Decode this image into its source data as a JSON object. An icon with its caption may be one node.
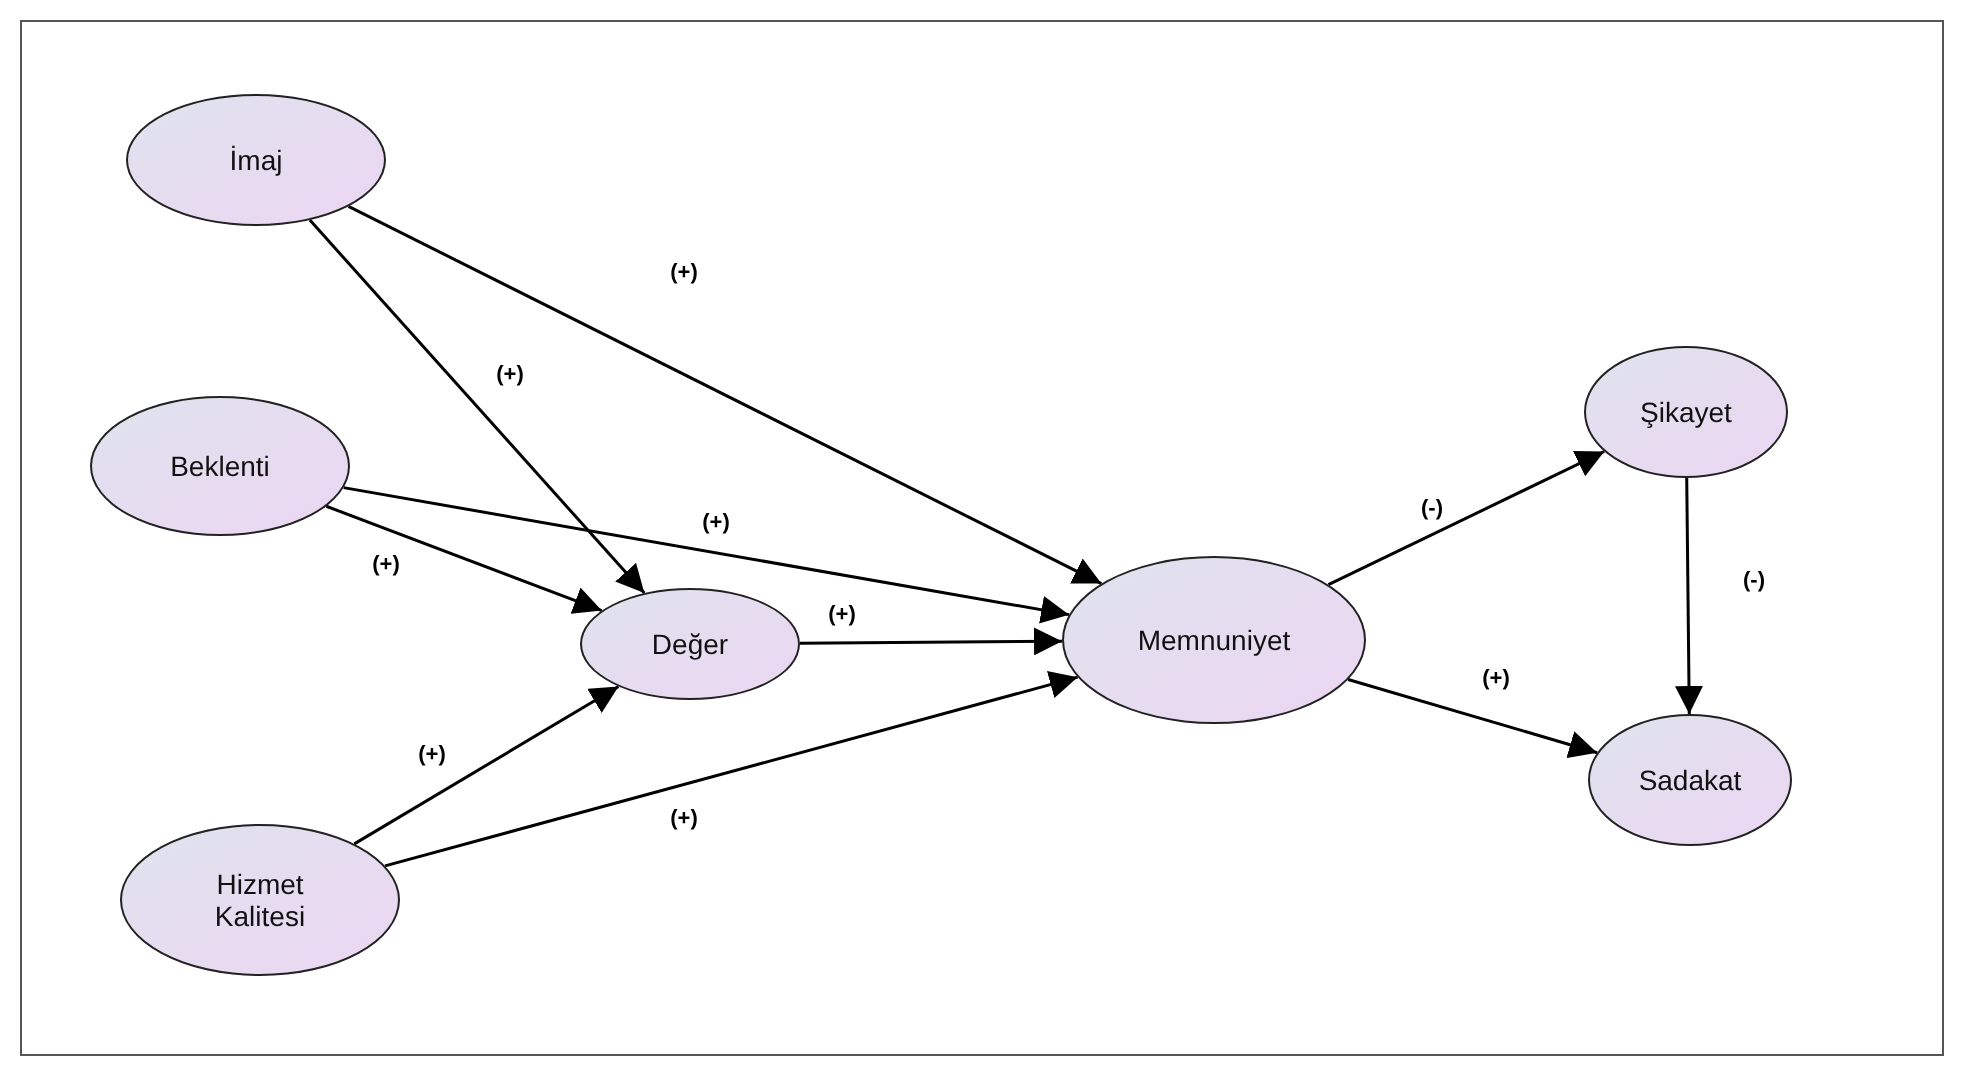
{
  "diagram": {
    "nodes": [
      {
        "text": [
          "İmaj"
        ]
      },
      {
        "text": [
          "Beklenti"
        ]
      },
      {
        "text": [
          "Değer"
        ]
      },
      {
        "text": [
          "Hizmet Kalitesi"
        ]
      },
      {
        "text": [
          "Memnuniyet"
        ]
      },
      {
        "text": [
          "Şikayet"
        ]
      },
      {
        "text": [
          "Sadakat"
        ]
      }
    ],
    "edges": [
      {
        "from": 0,
        "to": 2,
        "arrow": "to",
        "label": "(+)"
      },
      {
        "from": 0,
        "to": 4,
        "arrow": "to",
        "label": "(+)"
      },
      {
        "from": 1,
        "to": 2,
        "arrow": "to",
        "label": "(+)"
      },
      {
        "from": 1,
        "to": 4,
        "arrow": "to",
        "label": "(+)"
      },
      {
        "from": 2,
        "to": 4,
        "arrow": "to",
        "label": "(+)"
      },
      {
        "from": 3,
        "to": 2,
        "arrow": "to",
        "label": "(+)"
      },
      {
        "from": 3,
        "to": 4,
        "arrow": "to",
        "label": "(+)"
      },
      {
        "from": 4,
        "to": 5,
        "arrow": "to",
        "label": "(-)"
      },
      {
        "from": 4,
        "to": 6,
        "arrow": "to",
        "label": "(+)"
      },
      {
        "from": 5,
        "to": 6,
        "arrow": "to",
        "label": "(-)"
      }
    ]
  }
}
